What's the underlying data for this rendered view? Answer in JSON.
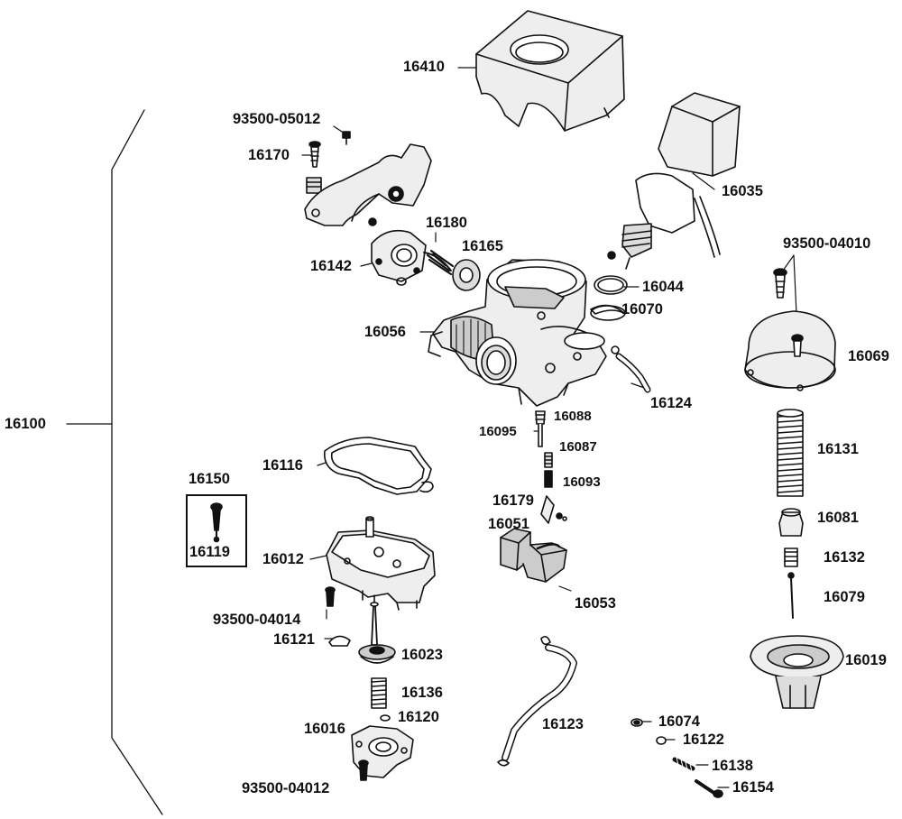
{
  "labels": {
    "l16410": "16410",
    "l93500_05012": "93500-05012",
    "l16170": "16170",
    "l16035": "16035",
    "l16180": "16180",
    "l16165": "16165",
    "l16142": "16142",
    "l16044": "16044",
    "l16070": "16070",
    "l16056": "16056",
    "l93500_04010": "93500-04010",
    "l16069": "16069",
    "l16124": "16124",
    "l16100": "16100",
    "l16088": "16088",
    "l16095": "16095",
    "l16087": "16087",
    "l16116": "16116",
    "l16131": "16131",
    "l16150": "16150",
    "l16093": "16093",
    "l16179": "16179",
    "l16051": "16051",
    "l16081": "16081",
    "l16119": "16119",
    "l16012": "16012",
    "l16132": "16132",
    "l16053": "16053",
    "l16079": "16079",
    "l93500_04014": "93500-04014",
    "l16121": "16121",
    "l16023": "16023",
    "l16019": "16019",
    "l16136": "16136",
    "l16120": "16120",
    "l16074": "16074",
    "l16016": "16016",
    "l16123": "16123",
    "l16122": "16122",
    "l16138": "16138",
    "l93500_04012": "93500-04012",
    "l16154": "16154"
  }
}
